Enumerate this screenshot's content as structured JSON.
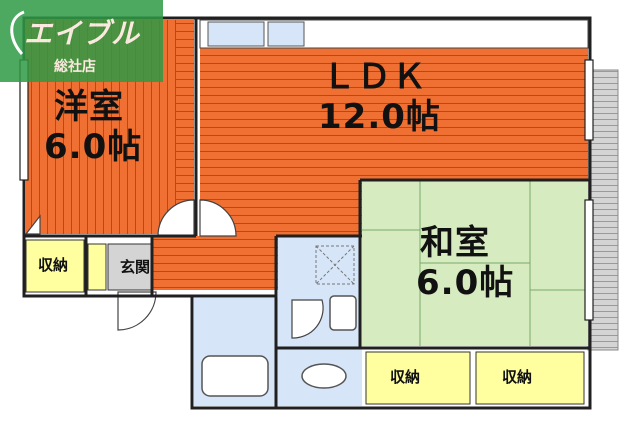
{
  "logo": {
    "brand": "エイブル",
    "branch": "総社店"
  },
  "rooms": {
    "ldk": {
      "name": "ＬＤＫ",
      "size": "12.0帖"
    },
    "western": {
      "name": "洋室",
      "size": "6.0帖"
    },
    "japanese": {
      "name": "和室",
      "size": "6.0帖"
    },
    "storage_left": "収納",
    "entrance": "玄関",
    "storage_bottom_1": "収納",
    "storage_bottom_2": "収納"
  },
  "colors": {
    "wood_floor": "#f07033",
    "tatami": "#d6ecc0",
    "storage": "#ffffa0",
    "wet_area": "#d6e6f8",
    "wall": "#202020",
    "balcony": "#cfcfcf",
    "logo": "#2f9a45"
  }
}
